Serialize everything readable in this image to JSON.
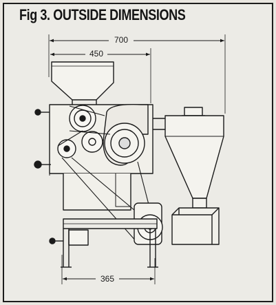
{
  "title": "Fig 3. OUTSIDE DIMENSIONS",
  "dimensions": {
    "overall_width": "700",
    "upper_width": "450",
    "base_width": "365"
  },
  "colors": {
    "background": "#ecebe6",
    "ink": "#1a1a1a"
  }
}
